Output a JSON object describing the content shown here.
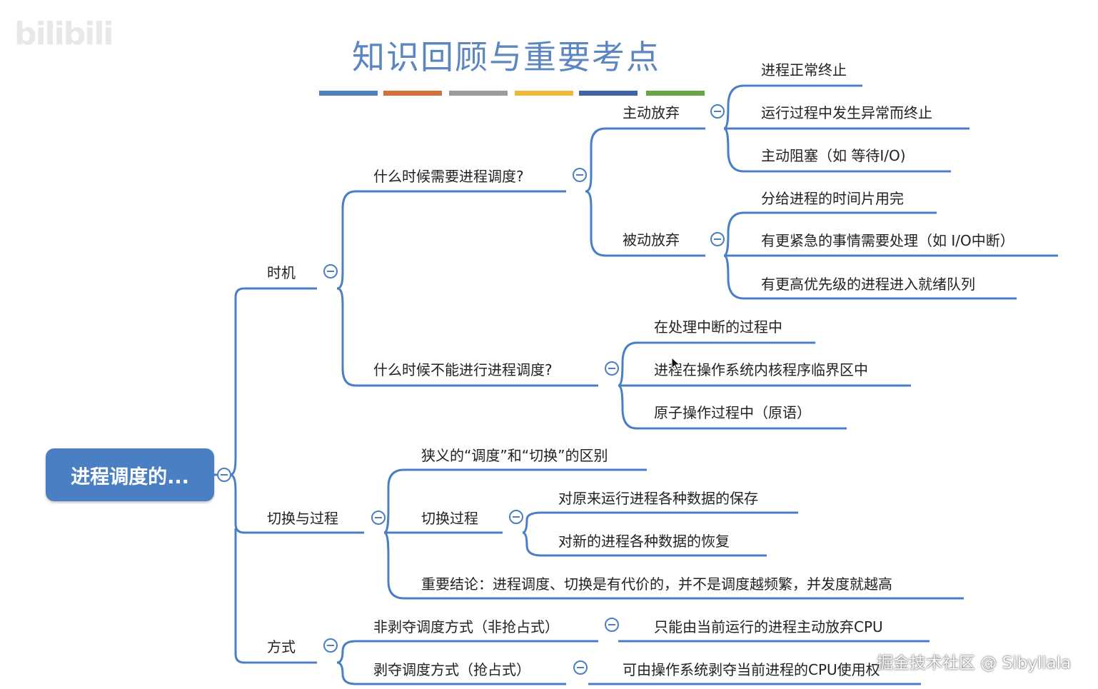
{
  "title": "知识回顾与重要考点",
  "watermark_top_left": "bilibili",
  "watermark_bottom_right": "掘金技术社区 @ Sibyllala",
  "colors": {
    "line": "#4a7fc4",
    "root_bg": "#4a7fc4",
    "title": "#5b86bf",
    "bars": [
      "#4e81bd",
      "#d0703a",
      "#9b9b9b",
      "#f0b73d",
      "#3e64a6",
      "#6aa346"
    ]
  },
  "toggle_icon": "collapse-minus-icon",
  "root": {
    "label": "进程调度的..."
  },
  "branches": {
    "timing": {
      "label": "时机",
      "when_need": {
        "label": "什么时候需要进程调度?",
        "active": {
          "label": "主动放弃",
          "items": [
            "进程正常终止",
            "运行过程中发生异常而终止",
            "主动阻塞（如 等待I/O)"
          ]
        },
        "passive": {
          "label": "被动放弃",
          "items": [
            "分给进程的时间片用完",
            "有更紧急的事情需要处理（如 I/O中断）",
            "有更高优先级的进程进入就绪队列"
          ]
        }
      },
      "when_cannot": {
        "label": "什么时候不能进行进程调度?",
        "items": [
          "在处理中断的过程中",
          "进程在操作系统内核程序临界区中",
          "原子操作过程中（原语）"
        ]
      }
    },
    "switching": {
      "label": "切换与过程",
      "distinction": "狭义的“调度”和“切换”的区别",
      "process": {
        "label": "切换过程",
        "items": [
          "对原来运行进程各种数据的保存",
          "对新的进程各种数据的恢复"
        ]
      },
      "conclusion": "重要结论：进程调度、切换是有代价的，并不是调度越频繁，并发度就越高"
    },
    "method": {
      "label": "方式",
      "nonpreemptive": {
        "label": "非剥夺调度方式（非抢占式）",
        "desc": "只能由当前运行的进程主动放弃CPU"
      },
      "preemptive": {
        "label": "剥夺调度方式（抢占式）",
        "desc": "可由操作系统剥夺当前进程的CPU使用权"
      }
    }
  }
}
